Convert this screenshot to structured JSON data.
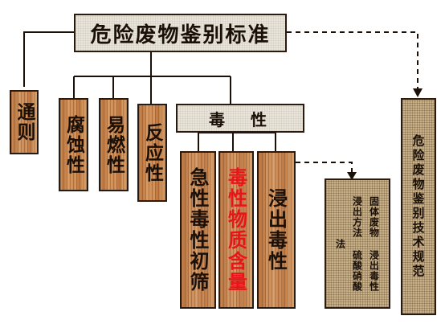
{
  "diagram": {
    "root": "危险废物鉴别标准",
    "general": "通则",
    "corrosive": "腐蚀性",
    "flammable": "易燃性",
    "reactive": "反应性",
    "toxicity": "毒　性",
    "acute": "急性毒性初筛",
    "toxic_content": "毒性物质含量",
    "leaching": "浸出毒性",
    "method_col1": "固体废物 浸出毒性",
    "method_col2": "浸出方法 硫酸硝酸",
    "method_col3": "法",
    "technical": "危险废物鉴别技术规范"
  },
  "colors": {
    "line": "#1a1008",
    "red_text": "#e8141a"
  }
}
